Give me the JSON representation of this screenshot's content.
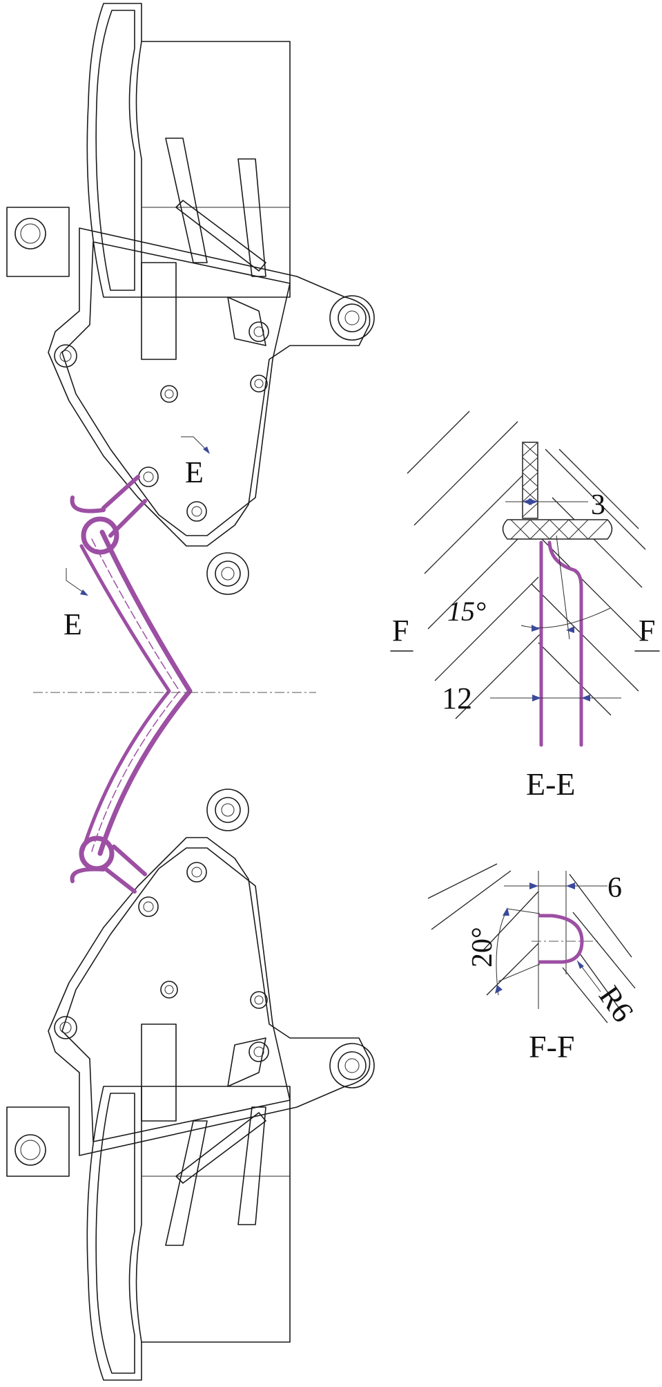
{
  "labels": {
    "section_mark_upper": "E",
    "section_mark_lower": "E",
    "section_ee_title": "E-E",
    "section_ff_title": "F-F",
    "cut_mark_left": "F",
    "cut_mark_right": "F"
  },
  "dimensions": {
    "ee_wall_thickness": "3",
    "ee_angle": "15°",
    "ee_width": "12",
    "ff_width": "6",
    "ff_angle": "20°",
    "ff_radius": "R6"
  },
  "colors": {
    "runner": "#9c4fa3",
    "outline": "#1a1a1a",
    "dimension_arrow": "#3b4a9a"
  }
}
